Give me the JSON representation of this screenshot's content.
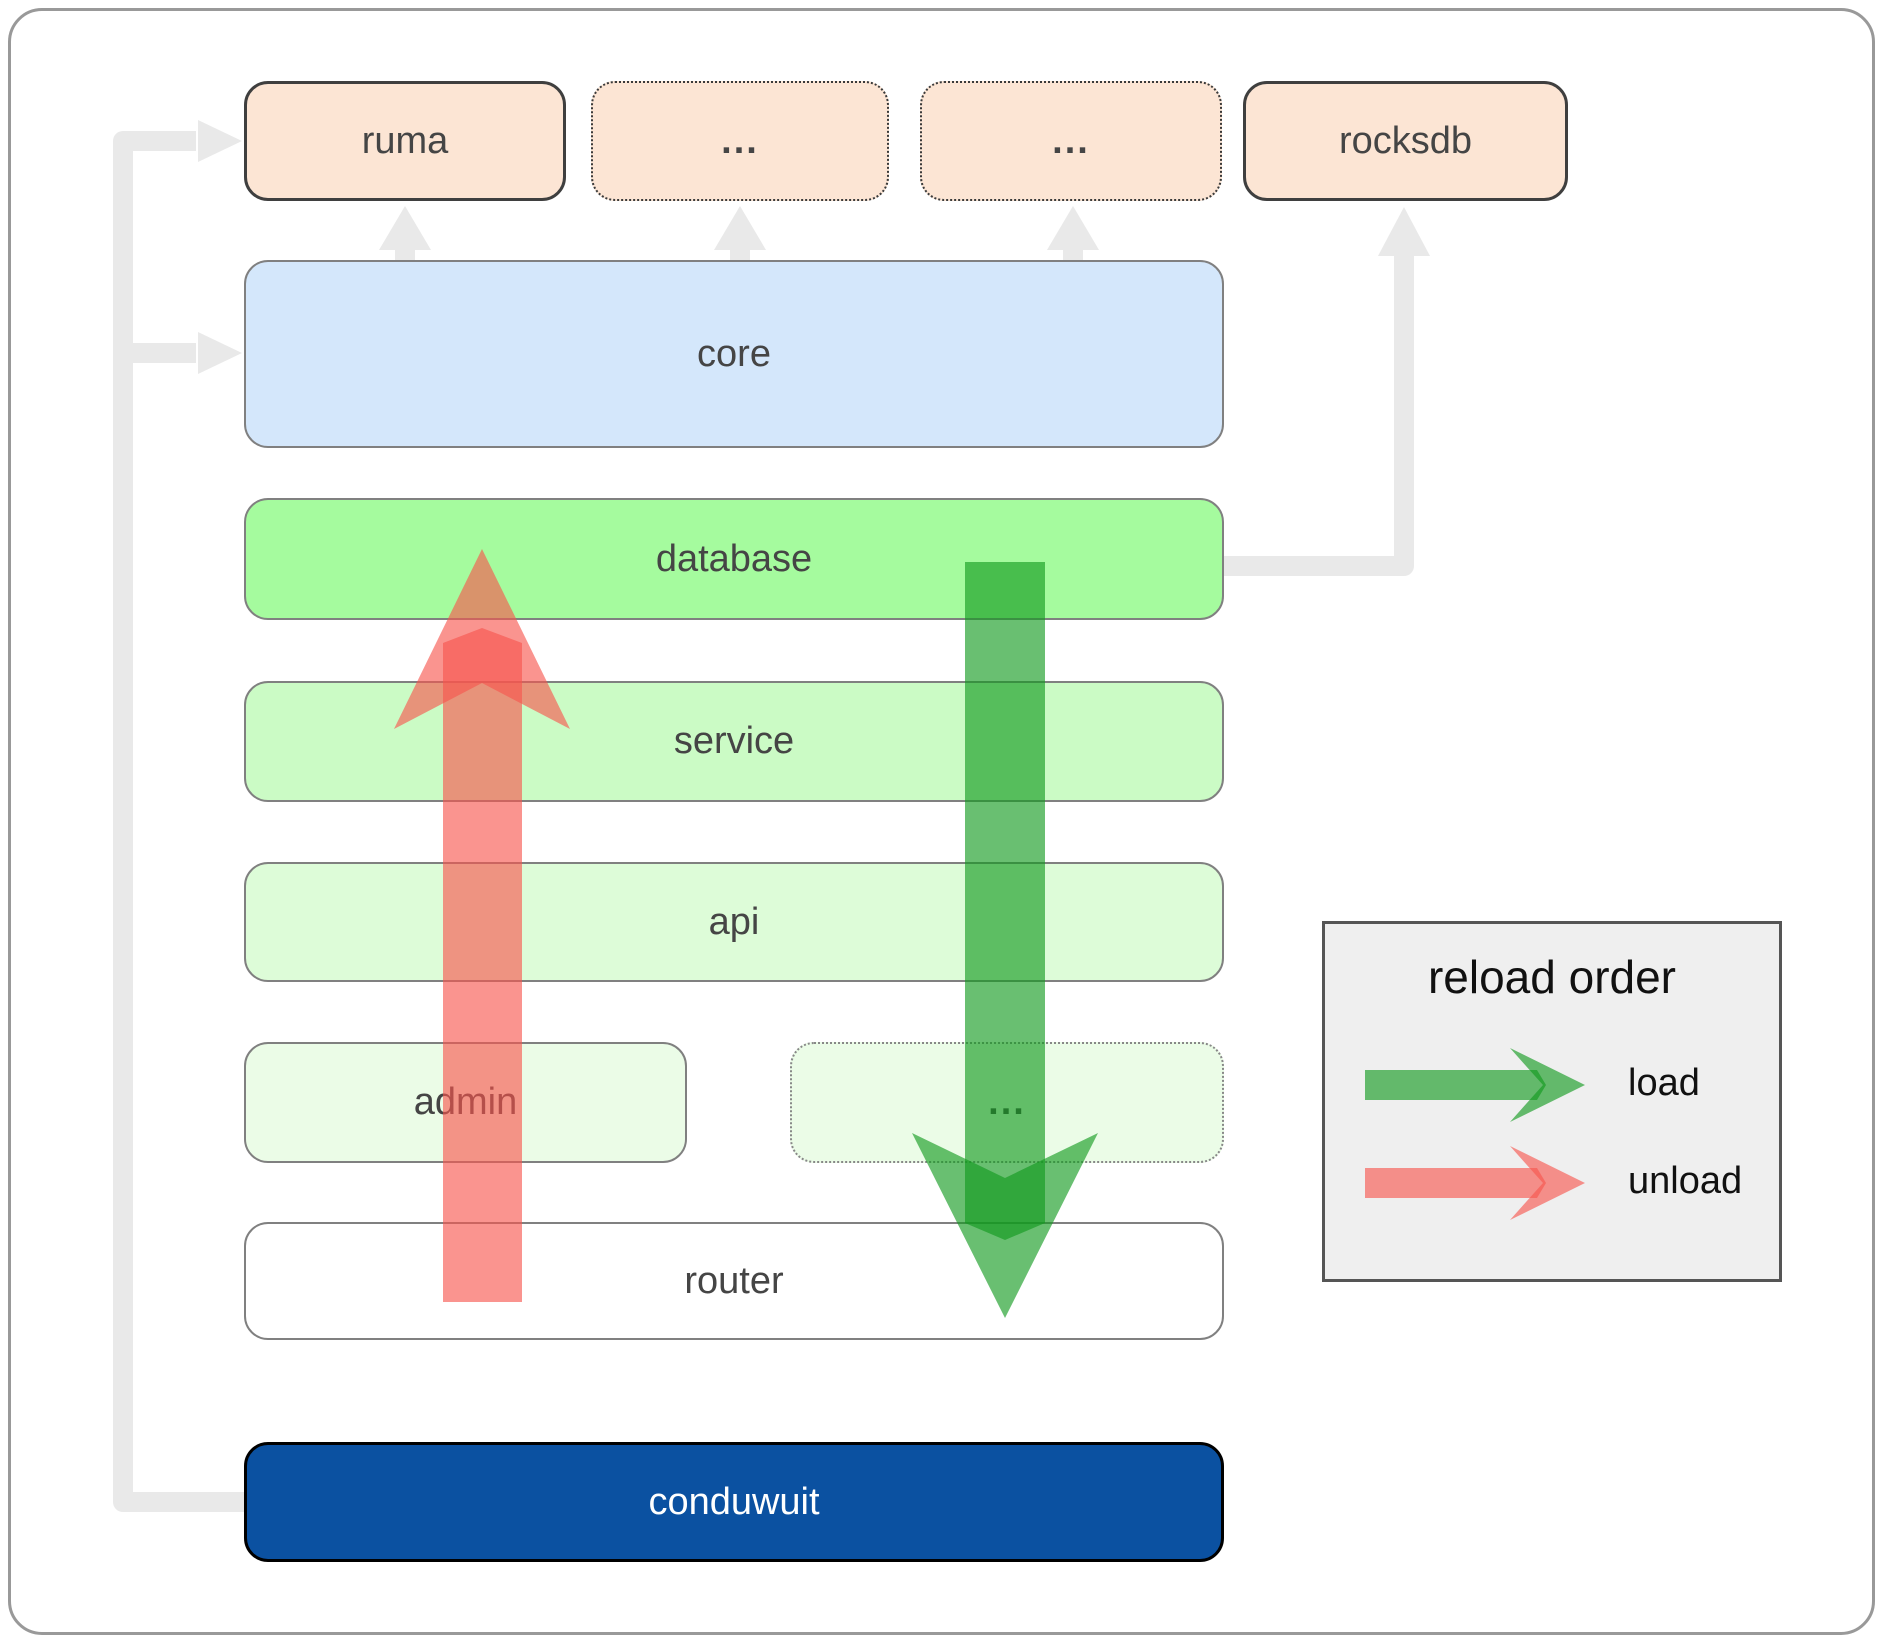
{
  "boxes": {
    "ruma": {
      "label": "ruma"
    },
    "ellipsis1": {
      "label": "..."
    },
    "ellipsis2": {
      "label": "..."
    },
    "rocksdb": {
      "label": "rocksdb"
    },
    "core": {
      "label": "core"
    },
    "database": {
      "label": "database"
    },
    "service": {
      "label": "service"
    },
    "api": {
      "label": "api"
    },
    "admin": {
      "label": "admin"
    },
    "ellipsis3": {
      "label": "..."
    },
    "router": {
      "label": "router"
    },
    "conduwuit": {
      "label": "conduwuit"
    }
  },
  "legend": {
    "title": "reload order",
    "load_label": "load",
    "unload_label": "unload"
  },
  "colors": {
    "frame-border": "#999999",
    "connector-gray": "#e9e9e9",
    "peach-fill": "#fce5d4",
    "peach-border": "#3f3f3f",
    "core-fill": "#d4e7fb",
    "database-fill": "#a5fb9e",
    "service-fill": "#cbfbc5",
    "api-fill": "#ddfcd8",
    "admin-fill": "#ebfce7",
    "router-fill": "#ffffff",
    "box-border": "#808080",
    "dotted-border": "#3a3a3a",
    "conduwuit-fill": "#0b51a1",
    "conduwuit-border": "#000000",
    "label-color": "#454545",
    "load-arrow": "#12991e",
    "unload-arrow": "#f7564d",
    "legend-bg": "#efefef",
    "legend-border": "#555555",
    "legend-text": "#111111"
  }
}
